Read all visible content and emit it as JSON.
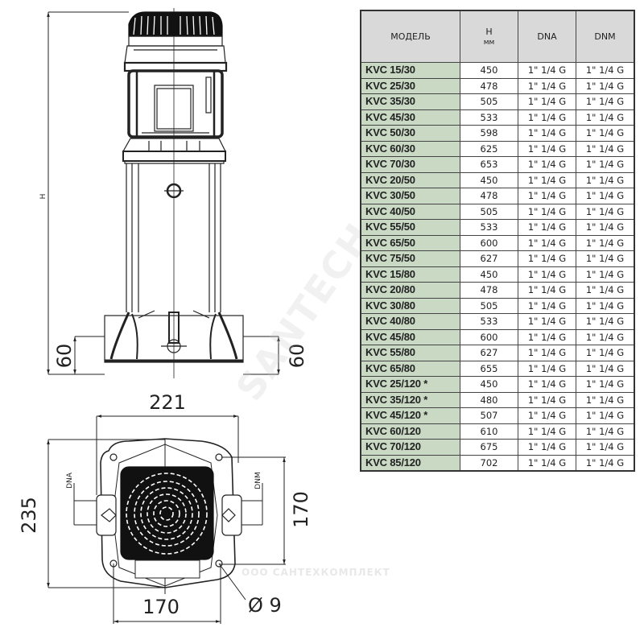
{
  "drawing": {
    "side_view": {
      "height_label": "H",
      "base_left_label": "60",
      "base_right_label": "60"
    },
    "top_view": {
      "width_label": "221",
      "depth_label": "235",
      "inlet_label": "DNA",
      "outlet_label": "DNM",
      "bolt_spacing_vertical_label": "170",
      "bolt_spacing_horizontal_label": "170",
      "hole_diameter_label": "Ø 9"
    }
  },
  "watermark": {
    "diagonal": "SANTECH",
    "horizontal": "ООО САНТЕХКОМПЛЕКТ"
  },
  "table": {
    "headers": {
      "model": "МОДЕЛЬ",
      "h": "H",
      "h_unit": "мм",
      "dna": "DNA",
      "dnm": "DNM"
    },
    "rows": [
      {
        "model": "KVC 15/30",
        "h": "450",
        "dna": "1\" 1/4 G",
        "dnm": "1\" 1/4 G"
      },
      {
        "model": "KVC 25/30",
        "h": "478",
        "dna": "1\" 1/4 G",
        "dnm": "1\" 1/4 G"
      },
      {
        "model": "KVC 35/30",
        "h": "505",
        "dna": "1\" 1/4 G",
        "dnm": "1\" 1/4 G"
      },
      {
        "model": "KVC 45/30",
        "h": "533",
        "dna": "1\" 1/4 G",
        "dnm": "1\" 1/4 G"
      },
      {
        "model": "KVC 50/30",
        "h": "598",
        "dna": "1\" 1/4 G",
        "dnm": "1\" 1/4 G"
      },
      {
        "model": "KVC 60/30",
        "h": "625",
        "dna": "1\" 1/4 G",
        "dnm": "1\" 1/4 G"
      },
      {
        "model": "KVC 70/30",
        "h": "653",
        "dna": "1\" 1/4 G",
        "dnm": "1\" 1/4 G"
      },
      {
        "model": "KVC 20/50",
        "h": "450",
        "dna": "1\" 1/4 G",
        "dnm": "1\" 1/4 G"
      },
      {
        "model": "KVC 30/50",
        "h": "478",
        "dna": "1\" 1/4 G",
        "dnm": "1\" 1/4 G"
      },
      {
        "model": "KVC 40/50",
        "h": "505",
        "dna": "1\" 1/4 G",
        "dnm": "1\" 1/4 G"
      },
      {
        "model": "KVC 55/50",
        "h": "533",
        "dna": "1\" 1/4 G",
        "dnm": "1\" 1/4 G"
      },
      {
        "model": "KVC 65/50",
        "h": "600",
        "dna": "1\" 1/4 G",
        "dnm": "1\" 1/4 G"
      },
      {
        "model": "KVC 75/50",
        "h": "627",
        "dna": "1\" 1/4 G",
        "dnm": "1\" 1/4 G"
      },
      {
        "model": "KVC 15/80",
        "h": "450",
        "dna": "1\" 1/4 G",
        "dnm": "1\" 1/4 G"
      },
      {
        "model": "KVC 20/80",
        "h": "478",
        "dna": "1\" 1/4 G",
        "dnm": "1\" 1/4 G"
      },
      {
        "model": "KVC 30/80",
        "h": "505",
        "dna": "1\" 1/4 G",
        "dnm": "1\" 1/4 G"
      },
      {
        "model": "KVC 40/80",
        "h": "533",
        "dna": "1\" 1/4 G",
        "dnm": "1\" 1/4 G"
      },
      {
        "model": "KVC 45/80",
        "h": "600",
        "dna": "1\" 1/4 G",
        "dnm": "1\" 1/4 G"
      },
      {
        "model": "KVC 55/80",
        "h": "627",
        "dna": "1\" 1/4 G",
        "dnm": "1\" 1/4 G"
      },
      {
        "model": "KVC 65/80",
        "h": "655",
        "dna": "1\" 1/4 G",
        "dnm": "1\" 1/4 G"
      },
      {
        "model": "KVC 25/120 *",
        "h": "450",
        "dna": "1\" 1/4 G",
        "dnm": "1\" 1/4 G"
      },
      {
        "model": "KVC 35/120 *",
        "h": "480",
        "dna": "1\" 1/4 G",
        "dnm": "1\" 1/4 G"
      },
      {
        "model": "KVC 45/120 *",
        "h": "507",
        "dna": "1\" 1/4 G",
        "dnm": "1\" 1/4 G"
      },
      {
        "model": "KVC 60/120",
        "h": "610",
        "dna": "1\" 1/4 G",
        "dnm": "1\" 1/4 G"
      },
      {
        "model": "KVC 70/120",
        "h": "675",
        "dna": "1\" 1/4 G",
        "dnm": "1\" 1/4 G"
      },
      {
        "model": "KVC 85/120",
        "h": "702",
        "dna": "1\" 1/4 G",
        "dnm": "1\" 1/4 G"
      }
    ]
  },
  "colors": {
    "header_bg": "#d9d9d9",
    "model_bg": "#c9d9c4",
    "line": "#222222"
  }
}
